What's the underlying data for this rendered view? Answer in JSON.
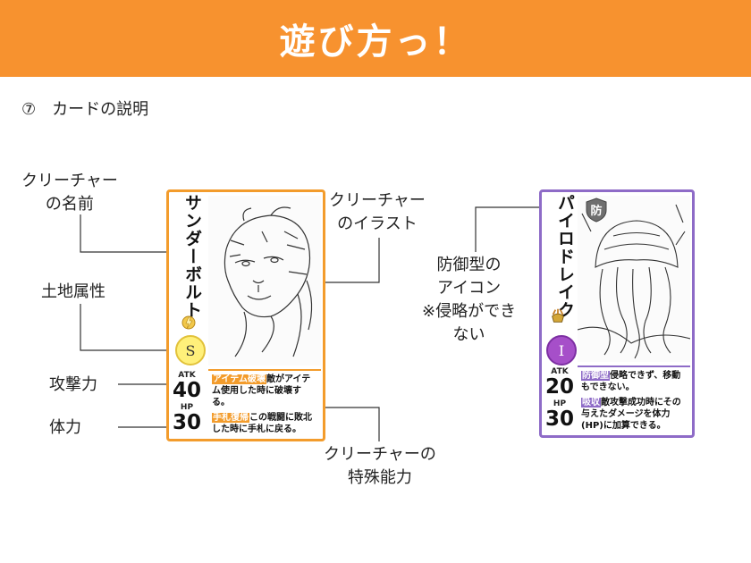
{
  "header": {
    "title": "遊び方っ！",
    "bg_color": "#f7922f"
  },
  "subtitle": "⑦　カードの説明",
  "labels": {
    "creature_name": [
      "クリーチャー",
      "の名前"
    ],
    "land_attribute": "土地属性",
    "attack": "攻撃力",
    "hp": "体力",
    "illustration": [
      "クリーチャー",
      "のイラスト"
    ],
    "defense_icon": [
      "防御型の",
      "アイコン",
      "※侵略ができ",
      "ない"
    ],
    "ability": [
      "クリーチャーの",
      "特殊能力"
    ]
  },
  "card_left": {
    "name": "サンダーボルト",
    "frame_color": "#f39c2c",
    "attribute": "S",
    "land_icon": "lightning-sprite-icon",
    "atk_label": "ATK",
    "atk": "40",
    "hp_label": "HP",
    "hp": "30",
    "ability1_tag": "アイテム破壊",
    "ability1_text": "敵がアイテム使用した時に破壊する。",
    "ability2_tag": "手札復帰",
    "ability2_text": "この戦闘に敗北した時に手札に戻る。",
    "art": "tiger-icon"
  },
  "card_right": {
    "name": "パイロドレイク",
    "frame_color": "#8e6bc7",
    "attribute": "I",
    "defense_mark": "防",
    "land_icon": "treasure-pot-icon",
    "atk_label": "ATK",
    "atk": "20",
    "hp_label": "HP",
    "hp": "30",
    "ability1_tag": "防御型",
    "ability1_text": "侵略できず、移動もできない。",
    "ability2_tag": "吸収",
    "ability2_text": "敵攻撃成功時にその与えたダメージを体力(HP)に加算できる。",
    "art": "jellyfish-icon"
  }
}
